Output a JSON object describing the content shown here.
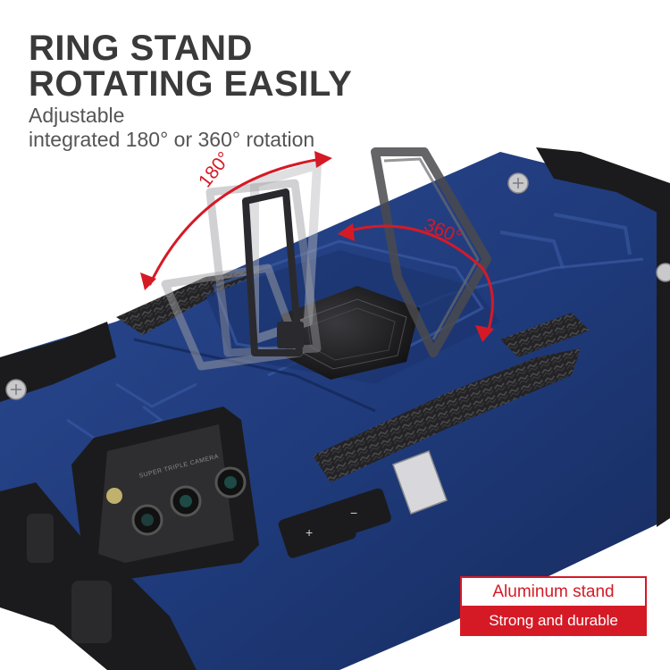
{
  "headline": {
    "line1": "RING STAND",
    "line2": "ROTATING EASILY"
  },
  "subheadline": {
    "line1": "Adjustable",
    "line2": "integrated 180° or 360° rotation"
  },
  "rotation_labels": {
    "deg180": "180°",
    "deg360": "360°"
  },
  "camera_label": "SUPER TRIPLE CAMERA",
  "side_buttons": {
    "plus": "+",
    "minus": "−"
  },
  "badge": {
    "top": "Aluminum stand",
    "bottom": "Strong and durable"
  },
  "colors": {
    "accent_red": "#d51a26",
    "case_blue": "#1f3a7a",
    "bumper_black": "#1b1b1d",
    "headline_gray": "#3a3a3a"
  }
}
